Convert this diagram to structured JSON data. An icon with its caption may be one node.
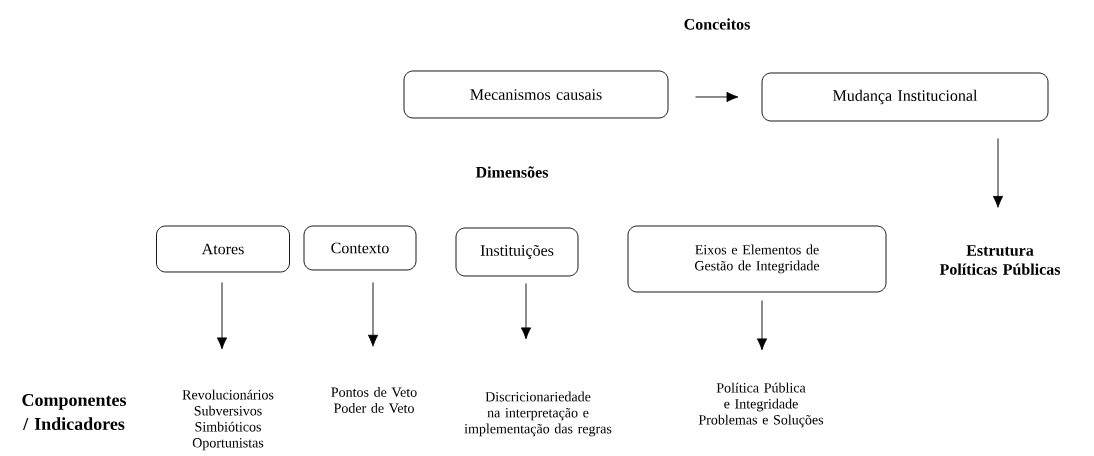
{
  "diagram": {
    "nodes": [
      {
        "text": [
          "Mecanismos causais"
        ]
      },
      {
        "text": [
          "Mudança Institucional"
        ]
      },
      {
        "text": [
          "Estrutura Políticas Públicas"
        ]
      },
      {
        "text": [
          "Atores"
        ]
      },
      {
        "text": [
          "Contexto"
        ]
      },
      {
        "text": [
          "Instituições"
        ]
      },
      {
        "text": [
          "Eixos e Elementos de Gestão de Integridade"
        ]
      },
      {
        "text": [
          "Revolucionários",
          "Subversivos",
          "Simbióticos",
          "Oportunistas"
        ]
      },
      {
        "text": [
          "Pontos de Veto",
          "Poder de Veto"
        ]
      },
      {
        "text": [
          "Discricionariedade na interpretação e implementação das regras"
        ]
      },
      {
        "text": [
          "Política Pública e Integridade",
          "Problemas e Soluções"
        ]
      }
    ],
    "edges": [
      {
        "from": 0,
        "to": 1,
        "arrow": "to"
      },
      {
        "from": 1,
        "to": 2,
        "arrow": "to"
      },
      {
        "from": 3,
        "to": 7,
        "arrow": "to"
      },
      {
        "from": 4,
        "to": 8,
        "arrow": "to"
      },
      {
        "from": 5,
        "to": 9,
        "arrow": "to"
      },
      {
        "from": 6,
        "to": 10,
        "arrow": "to"
      }
    ],
    "labels": [
      "Conceitos",
      "Dimensões",
      "Componentes / Indicadores"
    ]
  }
}
